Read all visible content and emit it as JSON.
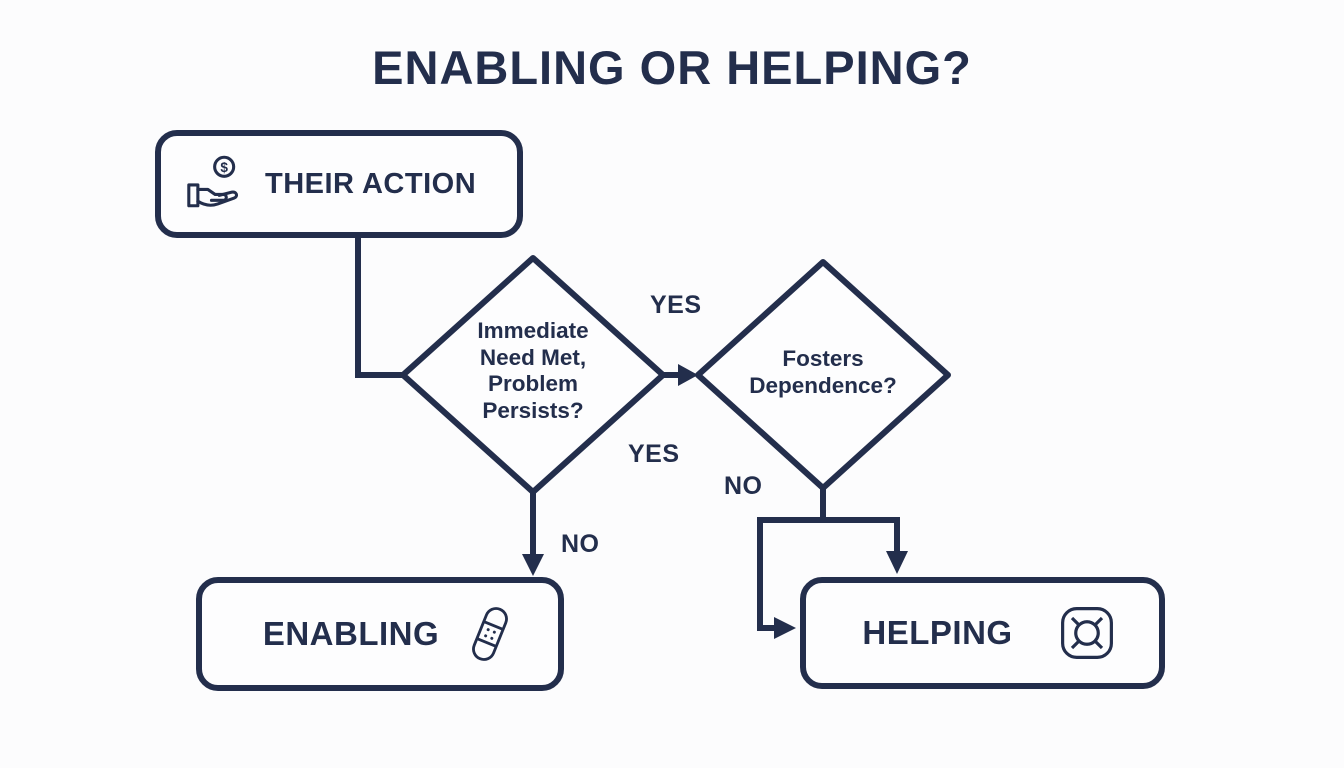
{
  "title": "ENABLING OR HELPING?",
  "colors": {
    "ink": "#232e4c",
    "background": "#fcfcfd"
  },
  "nodes": {
    "their_action": {
      "label": "THEIR ACTION",
      "icon": "money-hand-icon"
    },
    "decision_need": {
      "lines": [
        "Immediate",
        "Need Met,",
        "Problem",
        "Persists?"
      ]
    },
    "decision_dependence": {
      "lines": [
        "Fosters",
        "Dependence?"
      ]
    },
    "enabling": {
      "label": "ENABLING",
      "icon": "bandage-icon"
    },
    "helping": {
      "label": "HELPING",
      "icon": "lifebuoy-icon"
    }
  },
  "edge_labels": {
    "yes_top": "YES",
    "yes_bottom": "YES",
    "no_enabling": "NO",
    "no_helping": "NO"
  }
}
